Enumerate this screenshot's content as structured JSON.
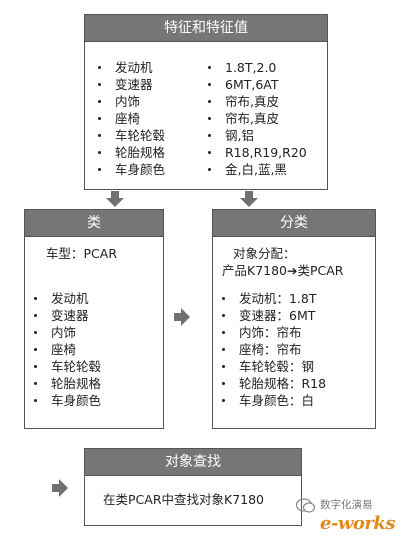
{
  "features_box": {
    "title": "特征和特征值",
    "features": [
      "发动机",
      "变速器",
      "内饰",
      "座椅",
      "车轮轮毂",
      "轮胎规格",
      "车身颜色"
    ],
    "values": [
      "1.8T,2.0",
      "6MT,6AT",
      "帘布,真皮",
      "帘布,真皮",
      "钢,铝",
      "R18,R19,R20",
      "金,白,蓝,黑"
    ]
  },
  "class_box": {
    "title": "类",
    "car_type": "车型：PCAR",
    "features": [
      "发动机",
      "变速器",
      "内饰",
      "座椅",
      "车轮轮毂",
      "轮胎规格",
      "车身颜色"
    ]
  },
  "classify_box": {
    "title": "分类",
    "assign_label": "对象分配：",
    "assign_value": "产品K7180➔类PCAR",
    "items": [
      "发动机：1.8T",
      "变速器：6MT",
      "内饰：帘布",
      "座椅：帘布",
      "车轮轮毂：钢",
      "轮胎规格：R18",
      "车身颜色：白"
    ]
  },
  "search_box": {
    "title": "对象查找",
    "text": "在类PCAR中查找对象K7180"
  },
  "watermark": {
    "line1": "数字化演易",
    "logo": "e-works"
  },
  "colors": {
    "header_bg": "#767676",
    "border": "#555555",
    "arrow": "#707070"
  }
}
